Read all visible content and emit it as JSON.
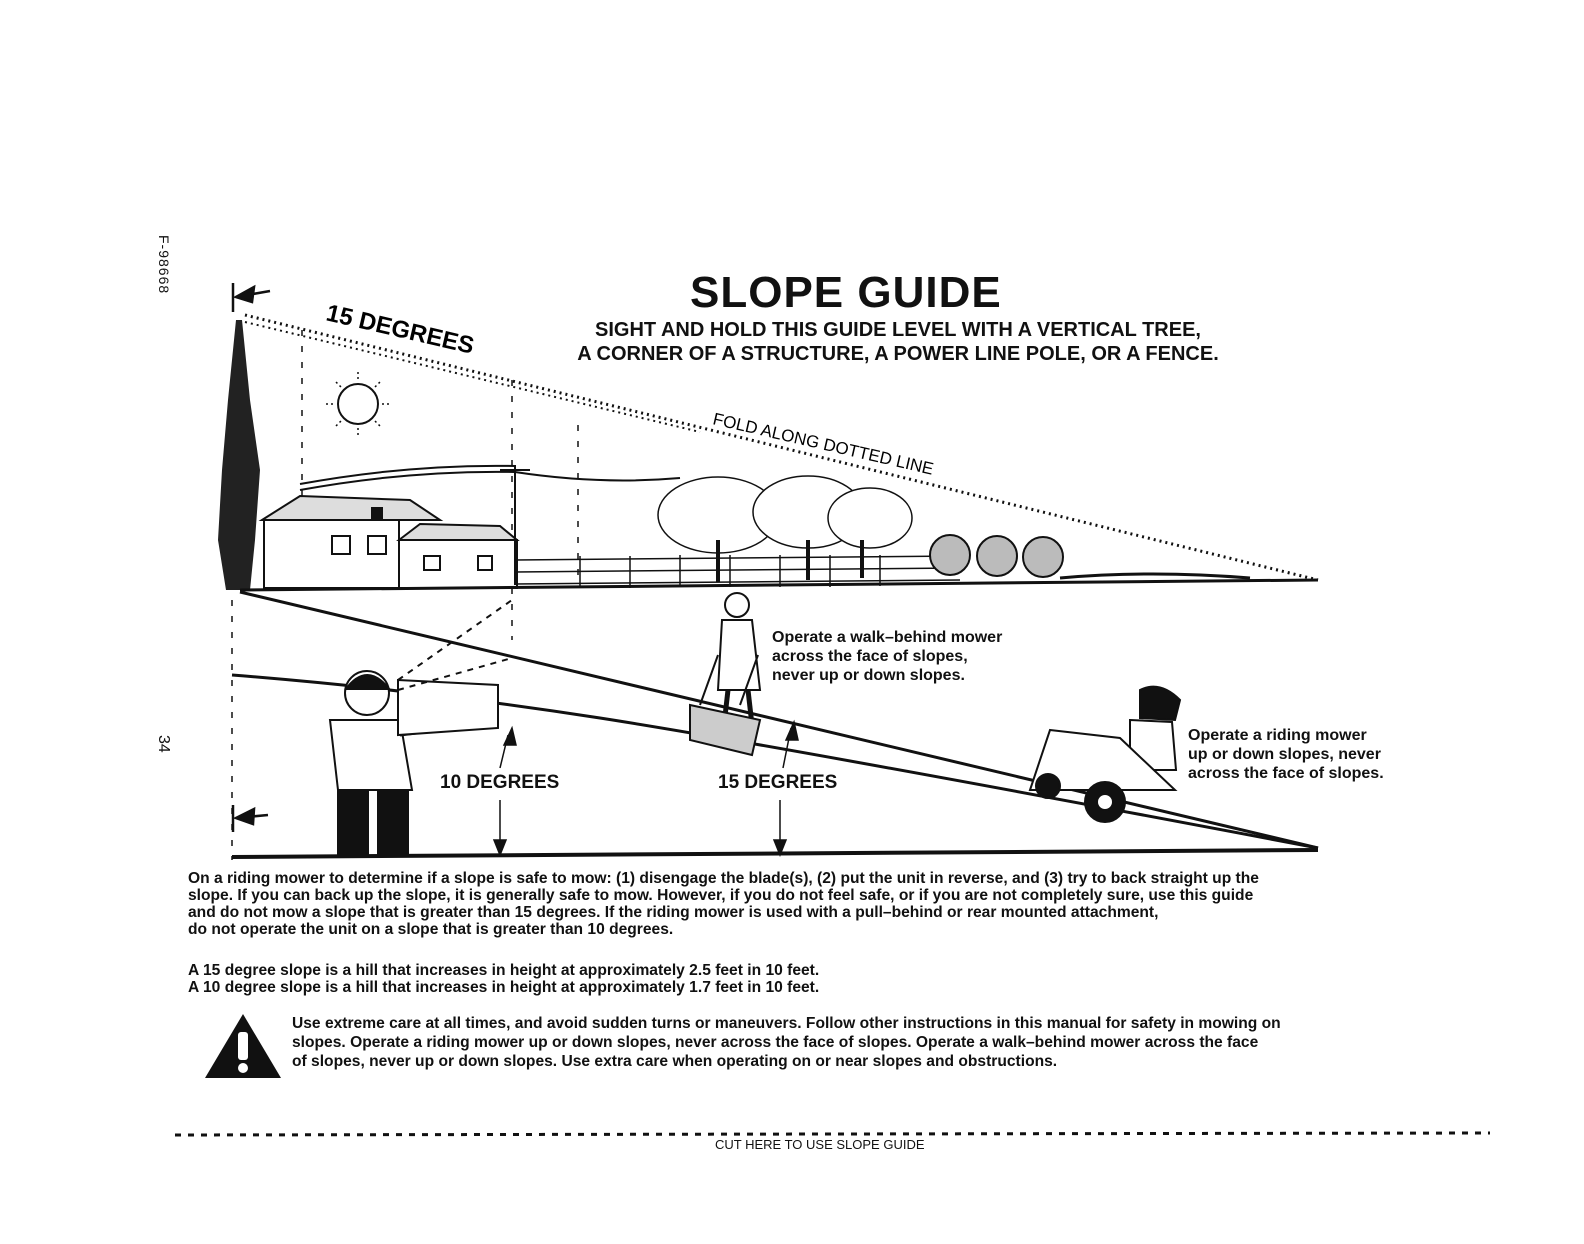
{
  "doc_code": "F-98668",
  "page_number": "34",
  "title": "SLOPE GUIDE",
  "subtitle_lines": [
    "SIGHT AND HOLD THIS GUIDE LEVEL WITH A VERTICAL TREE,",
    "A CORNER OF A STRUCTURE, A POWER LINE POLE, OR A FENCE."
  ],
  "angle_label_top": "15 DEGREES",
  "fold_label": "FOLD ALONG DOTTED LINE",
  "angle_label_10": "10 DEGREES",
  "angle_label_15": "15 DEGREES",
  "walk_behind_note": [
    "Operate a walk–behind mower",
    "across the face of slopes,",
    "never up or down slopes."
  ],
  "riding_note": [
    "Operate a riding mower",
    "up or down slopes, never",
    "across the face of slopes."
  ],
  "instructions": [
    "On a riding mower to determine if a slope is safe to mow: (1) disengage the blade(s), (2) put the unit in reverse, and (3) try to back straight up the",
    "slope. If you can back up the slope, it is generally safe to mow. However, if you do not feel safe, or if you are not completely sure, use this guide",
    "and do not mow a slope that is greater than 15 degrees. If the riding mower is used with a pull–behind or rear mounted attachment,",
    "do not operate the unit on a slope that is greater than 10 degrees."
  ],
  "slope_facts": [
    "A 15 degree slope is a hill that increases in height at approximately 2.5 feet in 10 feet.",
    "A 10 degree slope is a hill that increases in height at approximately 1.7 feet in 10 feet."
  ],
  "warning_icon": "warning-triangle-icon",
  "warning_lines": [
    "Use extreme care at all times, and avoid sudden turns or maneuvers. Follow other instructions in this manual for safety in mowing on",
    "slopes. Operate a riding mower up or down slopes, never across the face of slopes. Operate a walk–behind mower across the face",
    "of slopes, never up or down slopes. Use extra care when operating on or near slopes and obstructions."
  ],
  "cut_label": "CUT HERE TO USE SLOPE GUIDE"
}
